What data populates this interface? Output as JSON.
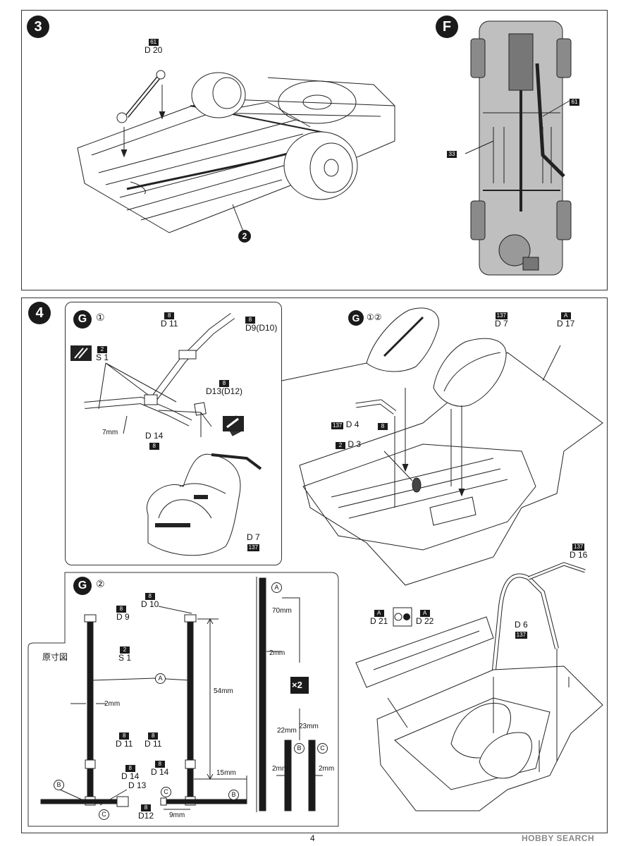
{
  "page_number": "4",
  "watermark": "HOBBY SEARCH",
  "step3": {
    "number": "3",
    "part_code": "61",
    "part_label": "D 20",
    "callout": "2"
  },
  "stepF": {
    "letter": "F",
    "code_left": "33",
    "code_right": "61"
  },
  "step4": {
    "number": "4",
    "g1_panel": {
      "letter": "G",
      "sub": "①",
      "parts": [
        {
          "code": "8",
          "label": "D 11"
        },
        {
          "code": "8",
          "label": "D9(D10)"
        },
        {
          "code": "2",
          "label": "S 1"
        },
        {
          "code": "8",
          "label": "D13(D12)"
        },
        {
          "code": "8",
          "label": "D 14"
        },
        {
          "code": "137",
          "label": "D 7"
        }
      ],
      "dimension": "7mm"
    },
    "main": {
      "g_label": "G",
      "g_sub": "①②",
      "parts": [
        {
          "code": "137",
          "label": "D 7"
        },
        {
          "code": "A",
          "label": "D 17"
        },
        {
          "code": "137",
          "label": "D 4"
        },
        {
          "code": "8",
          "label": ""
        },
        {
          "code": "2",
          "label": "D 3"
        }
      ]
    },
    "g2_panel": {
      "letter": "G",
      "sub": "②",
      "scale_note": "原寸図",
      "parts": [
        {
          "code": "8",
          "label": "D 9"
        },
        {
          "code": "8",
          "label": "D 10"
        },
        {
          "code": "2",
          "label": "S 1"
        },
        {
          "code": "8",
          "label": "D 11"
        },
        {
          "code": "8",
          "label": "D 11"
        },
        {
          "code": "8",
          "label": "D 14"
        },
        {
          "code": "8",
          "label": "D 14"
        },
        {
          "code": "",
          "label": "D 13"
        },
        {
          "code": "8",
          "label": "D12"
        }
      ],
      "dims": {
        "belt_width": "2mm",
        "length": "54mm",
        "offset": "15mm",
        "gap": "9mm"
      },
      "callouts": {
        "a": "A",
        "b": "B",
        "c": "C"
      }
    },
    "strips": {
      "a_len": "70mm",
      "a_width": "2mm",
      "b_len": "22mm",
      "c_len": "23mm",
      "b_width": "2mm",
      "c_width": "2mm",
      "multiplier": "×2"
    },
    "rollcage": {
      "parts": [
        {
          "code": "137",
          "label": "D 16"
        },
        {
          "code": "137",
          "label": "D 6"
        },
        {
          "code": "A",
          "label": "D 21"
        },
        {
          "code": "A",
          "label": "D 22"
        }
      ]
    }
  }
}
